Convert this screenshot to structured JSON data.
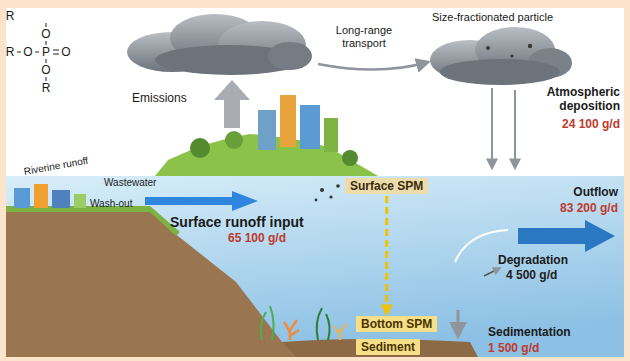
{
  "diagram": {
    "nodes": [
      {
        "text": [
          "Surface SPM"
        ]
      },
      {
        "text": [
          "Bottom SPM"
        ]
      },
      {
        "text": [
          "Sediment"
        ]
      }
    ],
    "edges": [
      {
        "from": 0,
        "to": 1,
        "arrow": "to"
      }
    ],
    "labels": [
      "R",
      "O",
      "R",
      "O",
      "P",
      "O",
      "O",
      "R",
      "Emissions",
      "Long-range transport",
      "Size-fractionated particle",
      "Atmospheric deposition",
      "24 100 g/d",
      "Riverine runoff",
      "Wastewater",
      "Wash-out",
      "Surface runoff input",
      "65 100 g/d",
      "Outflow",
      "83 200 g/d",
      "Degradation",
      "4 500 g/d",
      "Sedimentation",
      "1 500 g/d"
    ]
  }
}
